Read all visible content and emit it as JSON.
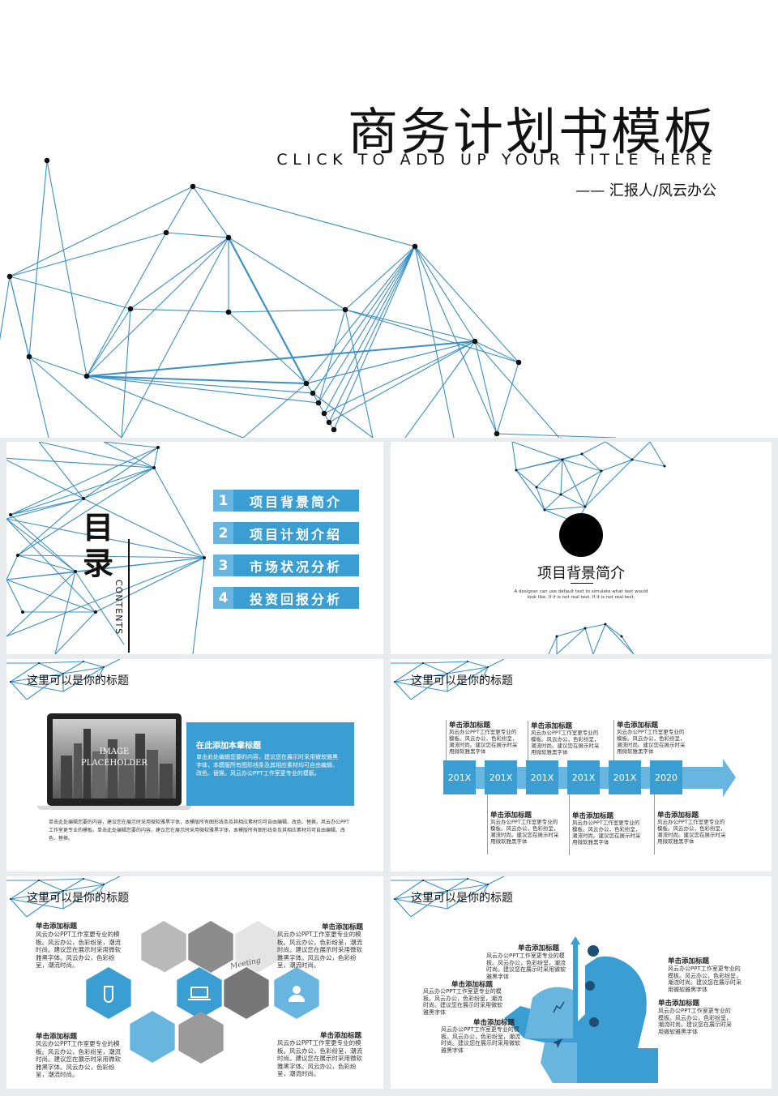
{
  "cover": {
    "title": "商务计划书模板",
    "subtitle": "CLICK TO ADD UP YOUR TITLE HERE",
    "reporter": "—— 汇报人/风云办公"
  },
  "toc": {
    "title": "目录",
    "en": "CONTENTS",
    "items": [
      {
        "num": "1",
        "text": "项目背景简介"
      },
      {
        "num": "2",
        "text": "项目计划介绍"
      },
      {
        "num": "3",
        "text": "市场状况分析"
      },
      {
        "num": "4",
        "text": "投资回报分析"
      }
    ]
  },
  "section": {
    "title": "项目背景简介",
    "desc": "A designer can use default text to simulate what text would look like. If it is not real text. If it is not real text."
  },
  "slide_title": "这里可以是你的标题",
  "laptop_slide": {
    "image_label": "IMAGE PLACEHOLDER",
    "box_title": "在此添加本章标题",
    "box_text": "单击此处编辑您要的内容，建议您在展示时采用微软雅黑字体，本模版所有图形线条及其相应素材均可自由编辑、改色、替换。风云办公PPT工作室更专业的模板。",
    "bottom_text": "单击此处编辑您要的内容，建议您在展示时采用微软雅黑字体，本模版所有图形线条及其相应素材均可自由编辑、改色、替换。风云办公PPT工作室更专业的模板。单击此处编辑您要的内容，建议您在展示时采用微软雅黑字体，本模版所有图形线条及其相应素材均可自由编辑、改色、替换。"
  },
  "timeline": {
    "years": [
      "201X",
      "201X",
      "201X",
      "201X",
      "201X",
      "2020"
    ],
    "item_title": "单击添加标题",
    "item_text": "风云办公PPT工作室更专业的模板。风云办公，色彩纷呈，潮流时尚。建议您在展示时采用微软雅黑字体"
  },
  "hex": {
    "item_title": "单击添加标题",
    "item_text": "风云办公PPT工作室更专业的模板。风云办公，色彩纷呈，潮流时尚。建议您在展示时采用微软雅黑字体。风云办公，色彩纷呈，潮流时尚。",
    "image_note": "Meeting",
    "colors": {
      "primary": "#3b9ed3",
      "light": "#68b6e0"
    }
  },
  "chart": {
    "item_title": "单击添加标题",
    "item_text": "风云办公PPT工作室更专业的模板。风云办公，色彩纷呈，潮流时尚。建议您在展示时采用微软雅黑字体"
  }
}
